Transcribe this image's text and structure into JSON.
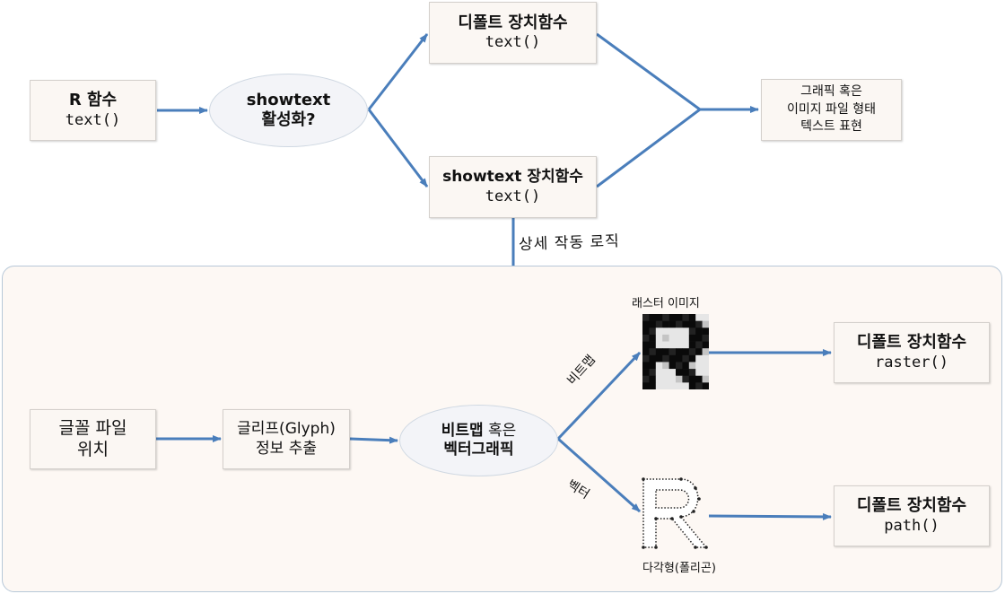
{
  "top": {
    "r_func": {
      "title": "R 함수",
      "code": "text()"
    },
    "showtext_q": {
      "line1": "showtext",
      "line2": "활성화?"
    },
    "default_device": {
      "title": "디폴트 장치함수",
      "code": "text()"
    },
    "showtext_device": {
      "title": "showtext 장치함수",
      "code": "text()"
    },
    "output": {
      "line1": "그래픽 혹은",
      "line2": "이미지 파일 형태",
      "line3": "텍스트 표현"
    },
    "detail_label": "상세 작동 로직"
  },
  "bottom": {
    "font_file": {
      "line1": "글꼴 파일",
      "line2": "위치"
    },
    "glyph": {
      "line1": "글리프(Glyph)",
      "line2": "정보 추출"
    },
    "bitmap_or_vector": {
      "line1_bold": "비트맵",
      "line1_rest": " 혹은",
      "line2": "벡터그래픽"
    },
    "raster_caption": "래스터 이미지",
    "polygon_caption": "다각형(폴리곤)",
    "bitmap_label": "비트맵",
    "vector_label": "벡터",
    "raster_device": {
      "title": "디폴트 장치함수",
      "code": "raster()"
    },
    "path_device": {
      "title": "디폴트 장치함수",
      "code": "path()"
    }
  },
  "colors": {
    "arrow": "#4a7ebb",
    "panel_bg": "#fdf8f4",
    "box_bg": "#fbf7f3"
  }
}
